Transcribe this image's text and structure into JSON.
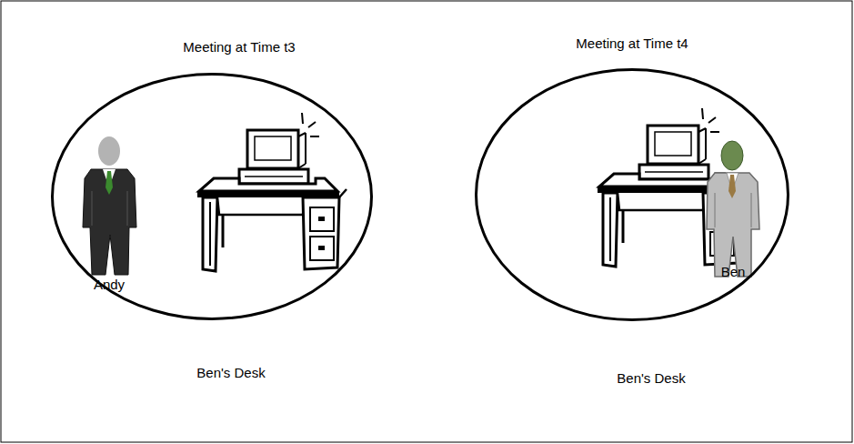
{
  "diagram": {
    "nodes": [
      {
        "text": [
          "Meeting at Time t3",
          "Ben's Desk"
        ]
      },
      {
        "text": [
          "Meeting at Time t4",
          "Ben's Desk"
        ]
      }
    ],
    "labels": [
      "Andy",
      "Ben"
    ]
  }
}
